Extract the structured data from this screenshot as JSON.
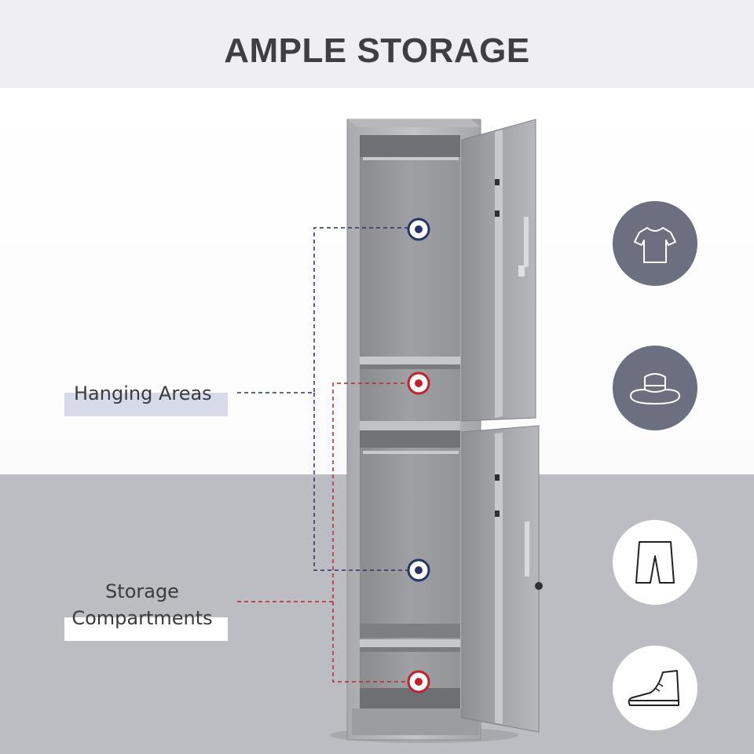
{
  "header": {
    "title": "AMPLE STORAGE"
  },
  "callouts": {
    "hanging_label": "Hanging Areas",
    "storage_label_line1": "Storage",
    "storage_label_line2": "Compartments"
  },
  "colors": {
    "hanging_marker": "#27346a",
    "storage_marker": "#c3222a",
    "icon_dark_circle": "#6c6f80"
  },
  "icons": [
    "shirt-icon",
    "hat-icon",
    "shorts-icon",
    "shoe-icon"
  ]
}
